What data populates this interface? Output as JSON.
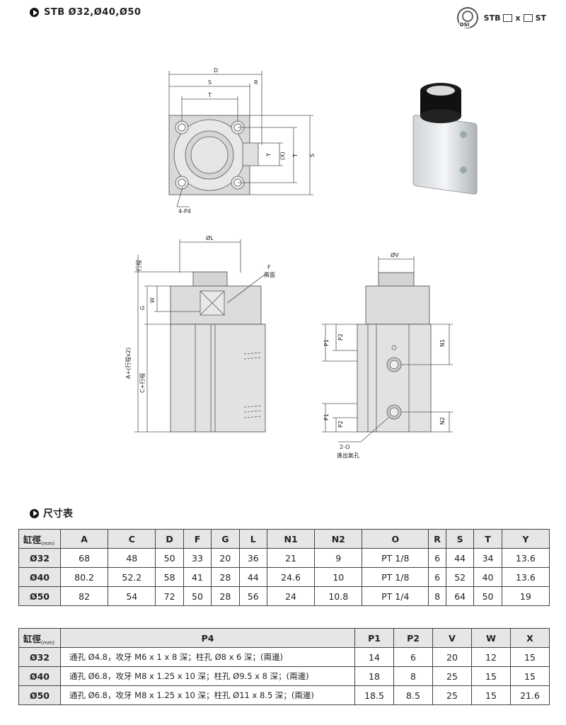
{
  "header": {
    "title": "STB Ø32,Ø40,Ø50",
    "model_prefix": "STB",
    "model_x": "x",
    "model_suffix": "ST",
    "logo_text": "OSI"
  },
  "drawing": {
    "top_view": {
      "D": "D",
      "S": "S",
      "R": "R",
      "T": "T",
      "Y": "Y",
      "X": "(X)",
      "T_v": "T",
      "S_v": "S",
      "P4": "4-P4"
    },
    "front_view": {
      "L": "ØL",
      "F": "F",
      "F_note": "兩面",
      "stroke": "行程",
      "W": "W",
      "G": "G",
      "A": "A+(行程x2)",
      "C": "C+行程"
    },
    "side_view": {
      "V": "ØV",
      "P1a": "P1",
      "P2a": "P2",
      "N1": "N1",
      "P1b": "P1",
      "P2b": "P2",
      "N2": "N2",
      "O": "2-O",
      "O_note": "進出氣孔"
    }
  },
  "section_title": "尺寸表",
  "table1": {
    "corner": "缸徑",
    "unit": "(mm)",
    "headers": [
      "A",
      "C",
      "D",
      "F",
      "G",
      "L",
      "N1",
      "N2",
      "O",
      "R",
      "S",
      "T",
      "Y"
    ],
    "rows": [
      {
        "bore": "Ø32",
        "cells": [
          "68",
          "48",
          "50",
          "33",
          "20",
          "36",
          "21",
          "9",
          "PT 1/8",
          "6",
          "44",
          "34",
          "13.6"
        ]
      },
      {
        "bore": "Ø40",
        "cells": [
          "80.2",
          "52.2",
          "58",
          "41",
          "28",
          "44",
          "24.6",
          "10",
          "PT 1/8",
          "6",
          "52",
          "40",
          "13.6"
        ]
      },
      {
        "bore": "Ø50",
        "cells": [
          "82",
          "54",
          "72",
          "50",
          "28",
          "56",
          "24",
          "10.8",
          "PT 1/4",
          "8",
          "64",
          "50",
          "19"
        ]
      }
    ]
  },
  "table2": {
    "corner": "缸徑",
    "unit": "(mm)",
    "headers": [
      "P4",
      "P1",
      "P2",
      "V",
      "W",
      "X"
    ],
    "rows": [
      {
        "bore": "Ø32",
        "cells": [
          "通孔 Ø4.8，攻牙 M6 x 1 x 8 深；柱孔 Ø8 x 6 深；(兩邊)",
          "14",
          "6",
          "20",
          "12",
          "15"
        ]
      },
      {
        "bore": "Ø40",
        "cells": [
          "通孔 Ø6.8，攻牙 M8 x 1.25 x 10 深；柱孔 Ø9.5 x 8 深；(兩邊)",
          "18",
          "8",
          "25",
          "15",
          "15"
        ]
      },
      {
        "bore": "Ø50",
        "cells": [
          "通孔 Ø6.8，攻牙 M8 x 1.25 x 10 深；柱孔 Ø11 x 8.5 深；(兩邊)",
          "18.5",
          "8.5",
          "25",
          "15",
          "21.6"
        ]
      }
    ]
  }
}
